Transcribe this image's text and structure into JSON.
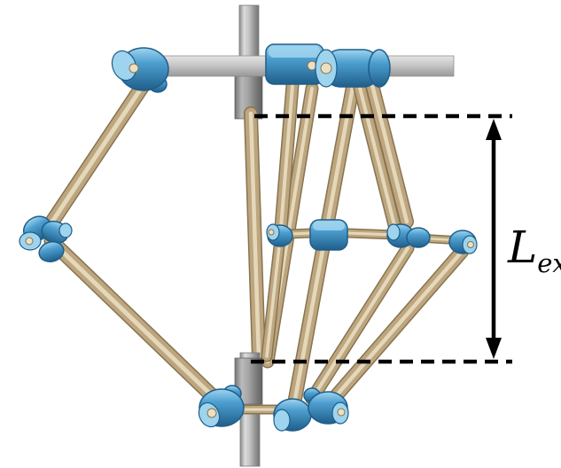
{
  "figure": {
    "type": "3d-mechanism-render",
    "description": "Deployable parallel linkage mechanism mounted on a central vertical shaft; blue revolute joints, tan cylindrical links, and an annotated extension length between two dashed reference lines",
    "annotation": {
      "length_label": "L",
      "length_subscript": "ex"
    },
    "colors": {
      "background": "#ffffff",
      "joint_blue": "#4d9fd0",
      "joint_blue_light": "#9fd4ee",
      "joint_blue_dark": "#1f5e8a",
      "link_tan": "#bda67f",
      "link_tan_light": "#ece0c4",
      "link_tan_dark": "#86744f",
      "shaft_gray": "#b8b8b8",
      "shaft_gray_dark": "#7e7e7e",
      "annotation": "#000000"
    }
  }
}
